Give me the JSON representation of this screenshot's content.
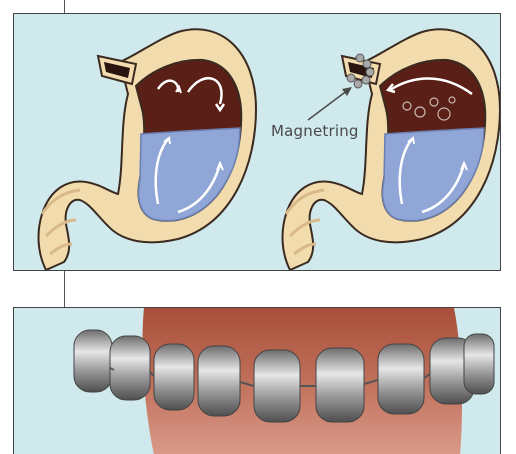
{
  "figure": {
    "label_magnetring": "Magnetring"
  },
  "colors": {
    "background_panel": "#cfe9ec",
    "stomach_wall": "#f2dcae",
    "stomach_outline": "#3a2a20",
    "stomach_interior": "#5a1f16",
    "gastric_fluid": "#8fa6d6",
    "arrow_white": "#ffffff",
    "ring_metal": "#a9a9a9",
    "finger_skin": "#b5624b"
  },
  "icons": {
    "arrow": "white-flow-arrows",
    "bubbles": "air-bubbles"
  }
}
